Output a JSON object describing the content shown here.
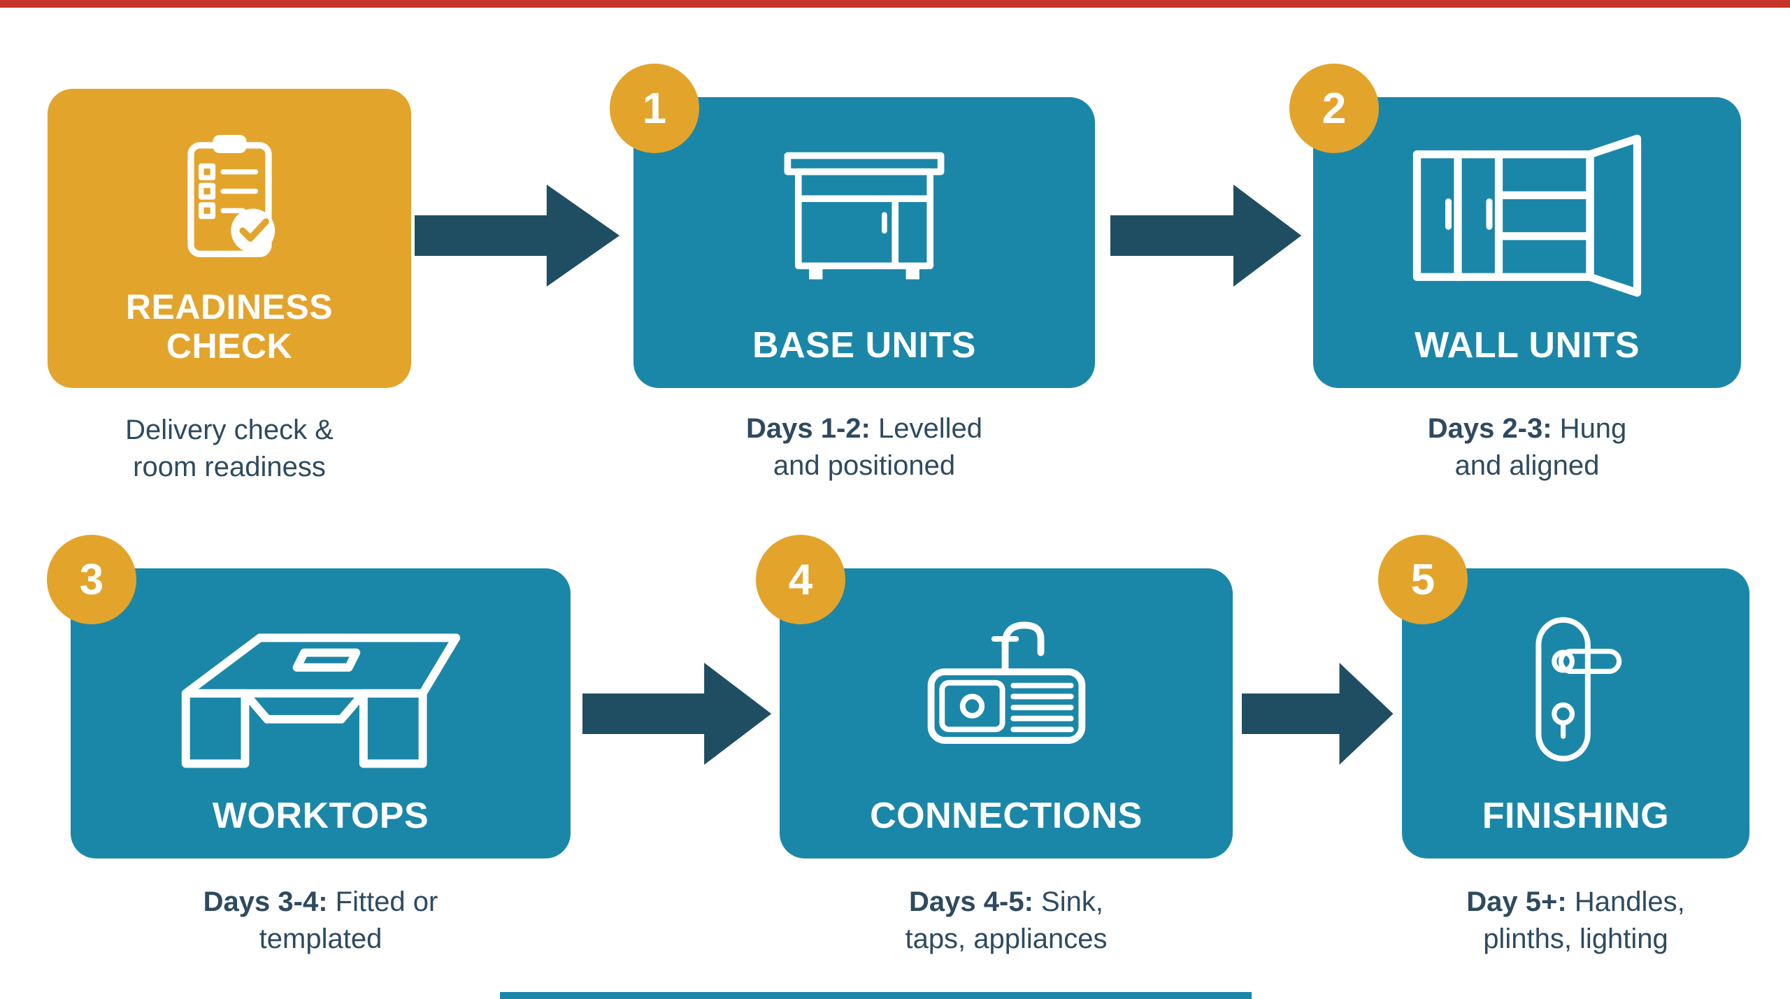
{
  "colors": {
    "orange": "#E3A42C",
    "teal": "#1B87A8",
    "arrow": "#1F4E63",
    "caption_text": "#2E4A5F",
    "top_strip": "#C8332B",
    "bottom_strip": "#1B87A8"
  },
  "steps": [
    {
      "badge": "",
      "title": "READINESS CHECK",
      "icon": "clipboard-checklist-icon",
      "caption": {
        "bold": "",
        "line1": "Delivery check &",
        "line2": "room readiness"
      }
    },
    {
      "badge": "1",
      "title": "BASE UNITS",
      "icon": "base-cabinet-icon",
      "caption": {
        "bold": "Days 1-2:",
        "line1": " Levelled",
        "line2": "and positioned"
      }
    },
    {
      "badge": "2",
      "title": "WALL UNITS",
      "icon": "wall-cabinet-icon",
      "caption": {
        "bold": "Days 2-3:",
        "line1": " Hung",
        "line2": "and aligned"
      }
    },
    {
      "badge": "3",
      "title": "WORKTOPS",
      "icon": "worktop-icon",
      "caption": {
        "bold": "Days 3-4:",
        "line1": " Fitted or",
        "line2": "templated"
      }
    },
    {
      "badge": "4",
      "title": "CONNECTIONS",
      "icon": "kitchen-sink-icon",
      "caption": {
        "bold": "Days 4-5:",
        "line1": " Sink,",
        "line2": "taps, appliances"
      }
    },
    {
      "badge": "5",
      "title": "FINISHING",
      "icon": "door-handle-icon",
      "caption": {
        "bold": "Day 5+:",
        "line1": " Handles,",
        "line2": "plinths, lighting"
      }
    }
  ]
}
